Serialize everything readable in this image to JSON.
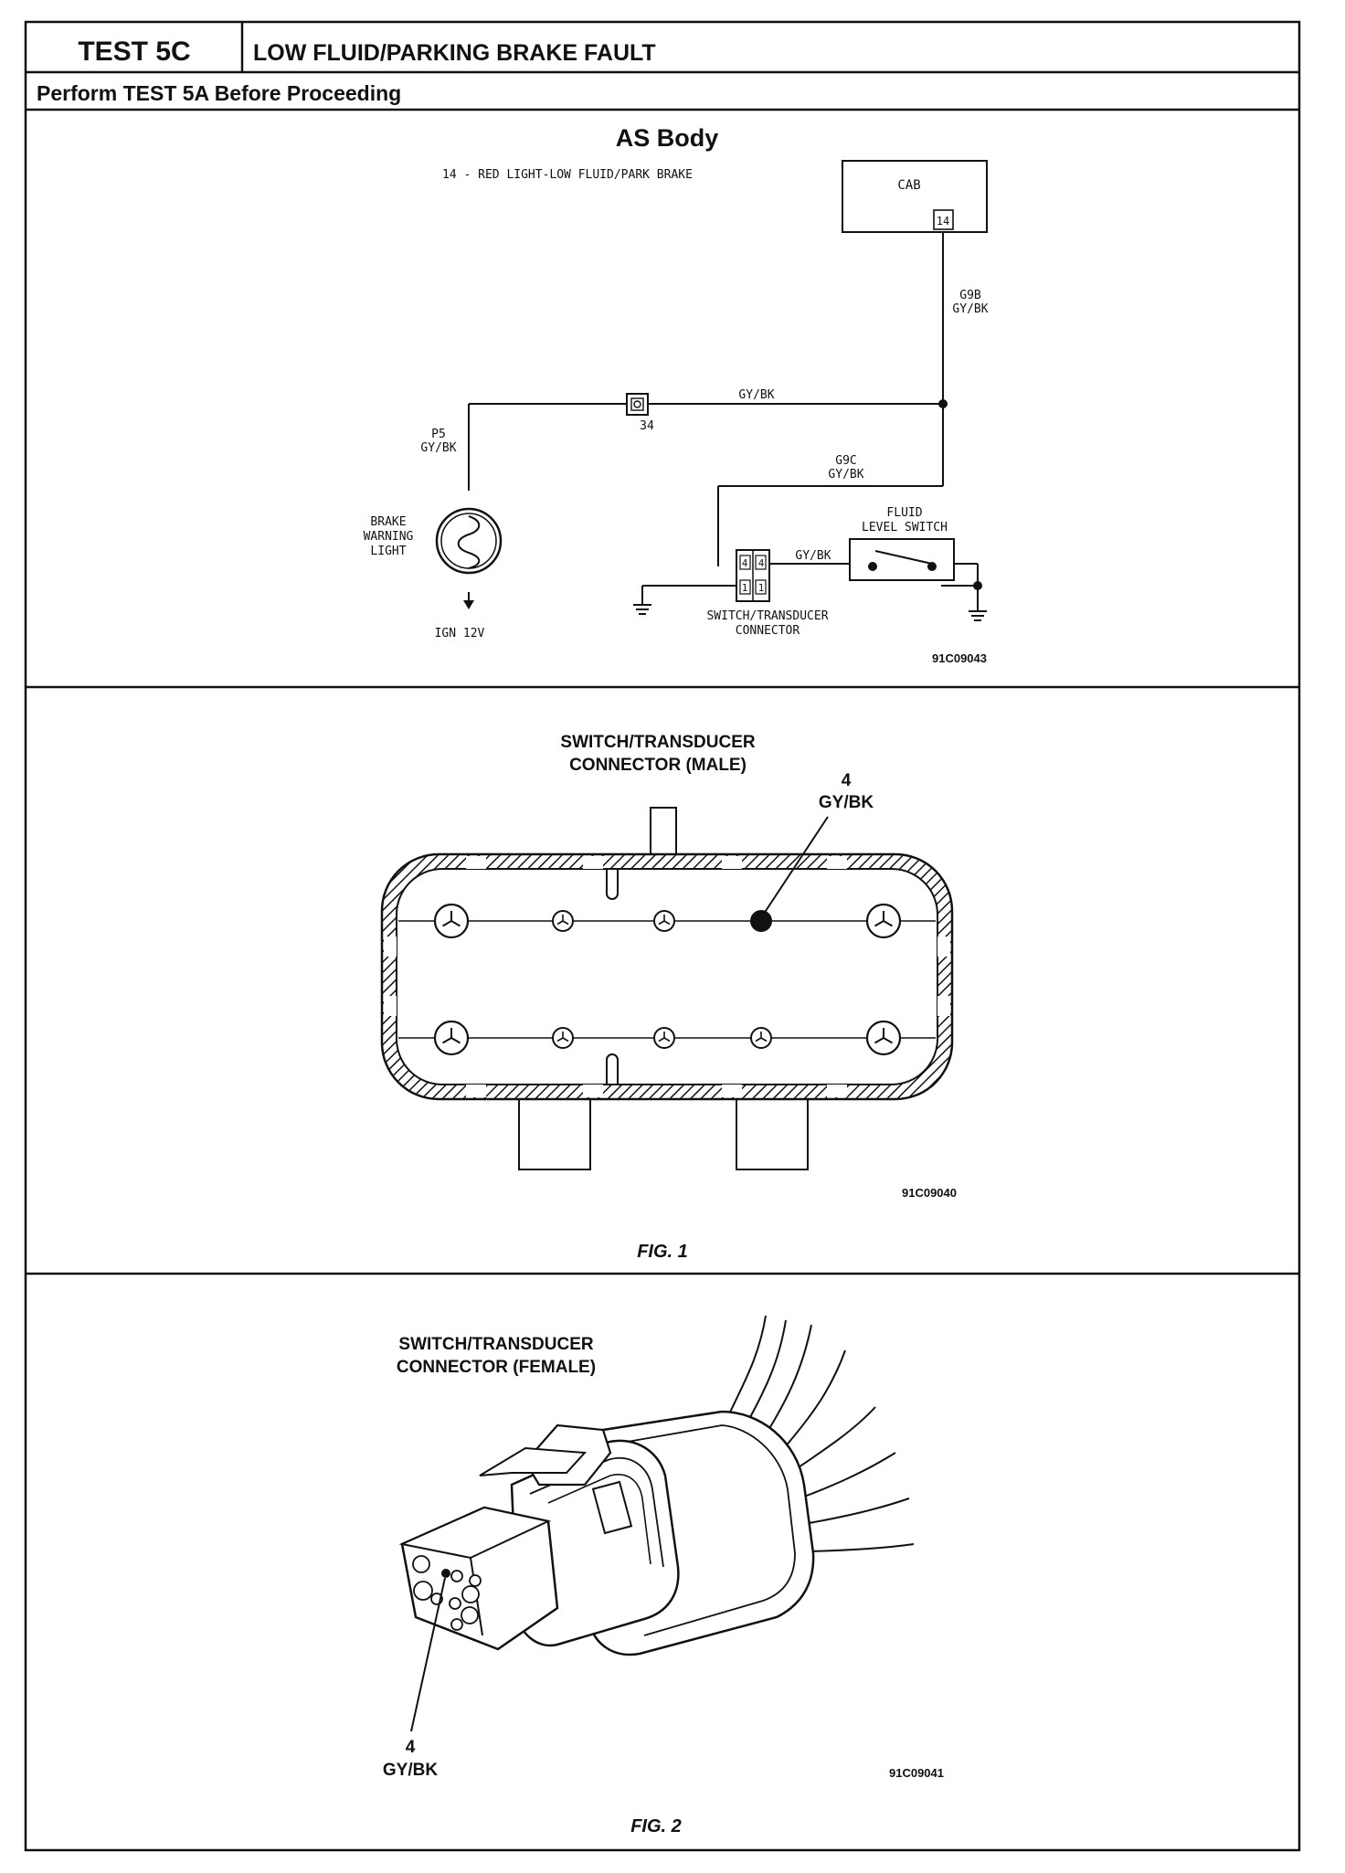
{
  "header": {
    "test_id": "TEST 5C",
    "title": "LOW FLUID/PARKING BRAKE FAULT",
    "subtitle": "Perform TEST 5A Before Proceeding"
  },
  "schematic": {
    "title": "AS Body",
    "circuit_note": "14 - RED LIGHT-LOW FLUID/PARK BRAKE",
    "cab_label": "CAB",
    "cab_pin": "14",
    "wire_g9b_id": "G9B",
    "wire_g9b_color": "GY/BK",
    "wire_top_color": "GY/BK",
    "splice_label": "34",
    "wire_p5_id": "P5",
    "wire_p5_color": "GY/BK",
    "brake_light_line1": "BRAKE",
    "brake_light_line2": "WARNING",
    "brake_light_line3": "LIGHT",
    "ign_label": "IGN 12V",
    "wire_g9c_id": "G9C",
    "wire_g9c_color": "GY/BK",
    "switch_label_line1": "FLUID",
    "switch_label_line2": "LEVEL SWITCH",
    "wire_switch_color": "GY/BK",
    "conn_pins": [
      "4",
      "4",
      "1",
      "1"
    ],
    "connector_line1": "SWITCH/TRANSDUCER",
    "connector_line2": "CONNECTOR",
    "image_code": "91C09043"
  },
  "figure1": {
    "title_line1": "SWITCH/TRANSDUCER",
    "title_line2": "CONNECTOR (MALE)",
    "pin_number": "4",
    "pin_color": "GY/BK",
    "image_code": "91C09040",
    "caption": "FIG. 1"
  },
  "figure2": {
    "title_line1": "SWITCH/TRANSDUCER",
    "title_line2": "CONNECTOR (FEMALE)",
    "pin_number": "4",
    "pin_color": "GY/BK",
    "image_code": "91C09041",
    "caption": "FIG. 2"
  }
}
